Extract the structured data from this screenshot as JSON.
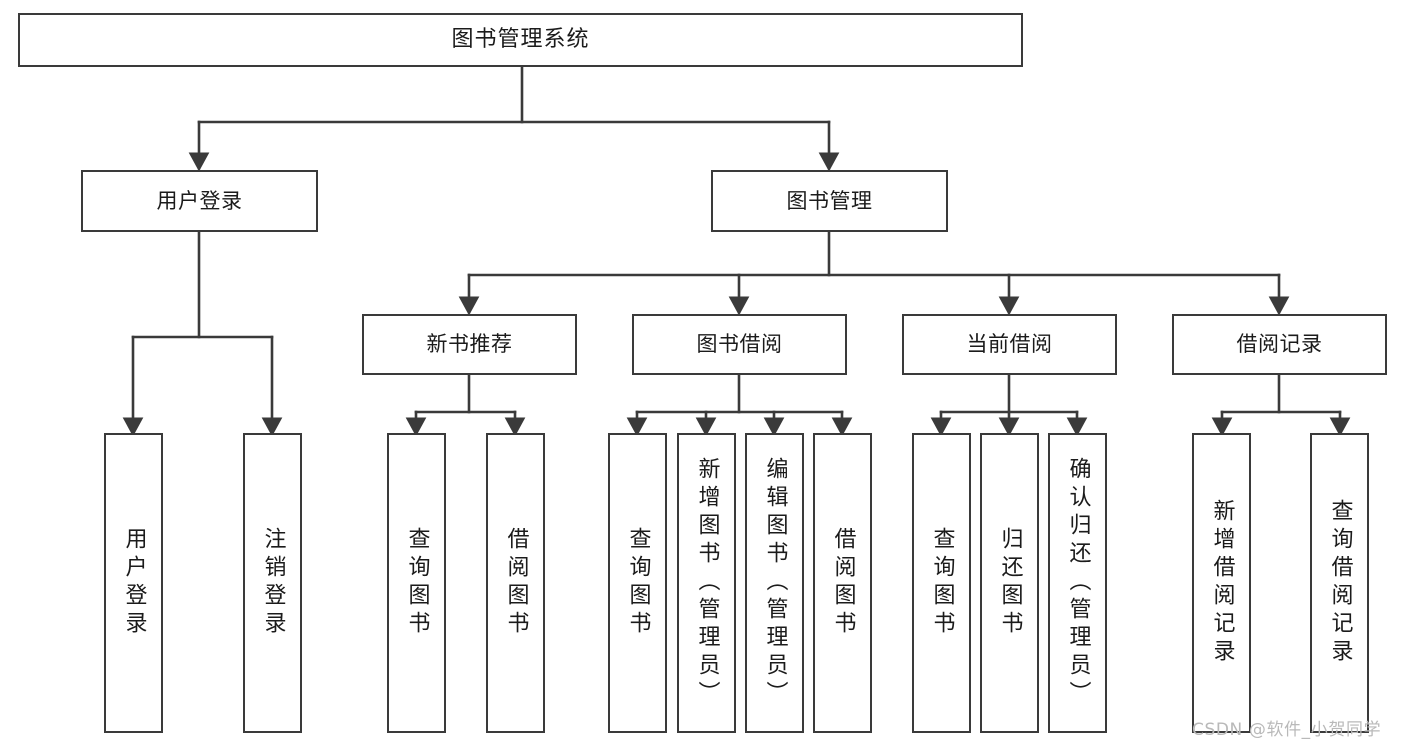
{
  "diagram": {
    "title": "图书管理系统",
    "type": "tree-hierarchy-chart",
    "orientation": "top-down",
    "style": {
      "box_border_color": "#3a3a3a",
      "box_fill_color": "#ffffff",
      "connector_color": "#3a3a3a",
      "text_color": "#1b1b1b",
      "background_color": "#ffffff",
      "watermark_color": "#b9b9b9"
    }
  },
  "nodes": {
    "root": {
      "label": "图书管理系统"
    },
    "level2": [
      {
        "label": "用户登录"
      },
      {
        "label": "图书管理"
      }
    ],
    "level3": [
      {
        "label": "新书推荐"
      },
      {
        "label": "图书借阅"
      },
      {
        "label": "当前借阅"
      },
      {
        "label": "借阅记录"
      }
    ],
    "leaves": {
      "user_login": [
        {
          "label": "用户登录"
        },
        {
          "label": "注销登录"
        }
      ],
      "new_book_recommend": [
        {
          "label": "查询图书"
        },
        {
          "label": "借阅图书"
        }
      ],
      "book_borrow": [
        {
          "label": "查询图书"
        },
        {
          "label": "新增图书（管理员）"
        },
        {
          "label": "编辑图书（管理员）"
        },
        {
          "label": "借阅图书"
        }
      ],
      "current_borrow": [
        {
          "label": "查询图书"
        },
        {
          "label": "归还图书"
        },
        {
          "label": "确认归还（管理员）"
        }
      ],
      "borrow_record": [
        {
          "label": "新增借阅记录"
        },
        {
          "label": "查询借阅记录"
        }
      ]
    }
  },
  "watermark": {
    "text": "CSDN @软件_小贺同学"
  }
}
